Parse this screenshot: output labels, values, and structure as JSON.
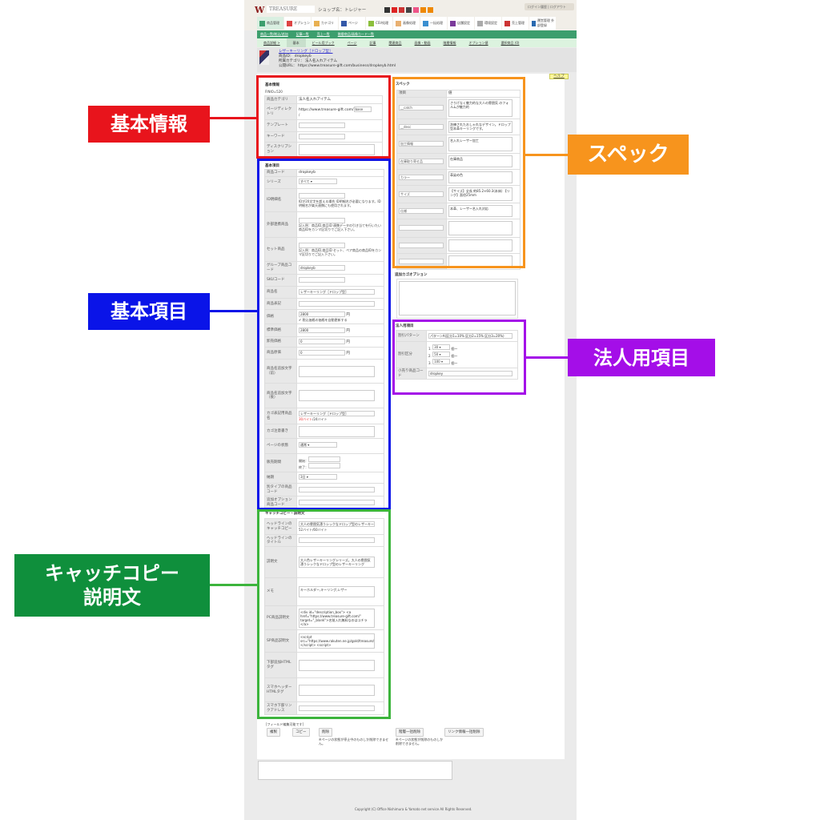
{
  "header": {
    "logo": "W",
    "brand": "TREASURE",
    "shop_name": "ショップ名：トレジャー",
    "login_history": "ログイン履歴",
    "logout": "ログアウト",
    "tabs": [
      "商品管理",
      "オプション",
      "カテゴリ",
      "ページ",
      "CSV処理",
      "画像処理",
      "一括処理",
      "店舗設定",
      "環境設定",
      "売上管理",
      "運営管理 外部登録"
    ],
    "tab_colors": [
      "#3c9e6d",
      "#d44",
      "#e8b050",
      "#3358a8",
      "#8cbf3c",
      "#e8b070",
      "#3a8fd0",
      "#7a3a9a",
      "#aaa",
      "#c33",
      "#2a6ab0"
    ],
    "sns_colors": [
      "#333",
      "#d22",
      "#c33",
      "#444",
      "#e58",
      "#e80",
      "#e80"
    ]
  },
  "nav": {
    "green_links": [
      "商品一覧/絞込/追加",
      "記事一覧",
      "売上一覧",
      "階層商品/画像カード一覧"
    ],
    "sub_tabs": [
      "商品詳細 >",
      "基本",
      "ビール用ブック",
      "ページ",
      "記事",
      "関連商品",
      "画像・動画",
      "階層情報",
      "オプション値",
      "選択商品 (0)"
    ]
  },
  "product": {
    "name": "レザーキーリング［ドロップ型］",
    "code_label": "商品ID：",
    "code": "dropkeyb",
    "category_label": "所属カテゴリ：",
    "category": "法人名入れアイテム",
    "url_label": "公開URL：",
    "url": "https://www.treasure-gift.com/business/dropkeyb.html"
  },
  "help": "ヘルプ",
  "basic_info": {
    "title": "基本情報",
    "sub": "FINIO=520",
    "rows": [
      {
        "label": "商品カテゴリ",
        "text": "法人名入れアイテム"
      },
      {
        "label": "ページディレクトリ",
        "text": "https://www.treasure-gift.com/",
        "input": "base",
        "note": "/"
      },
      {
        "label": "テンプレート",
        "input": ""
      },
      {
        "label": "キーワード",
        "input": ""
      },
      {
        "label": "ディスクリプション",
        "textarea": ""
      }
    ]
  },
  "basic_items": {
    "title": "基本項目",
    "rows": [
      {
        "label": "商品コード",
        "text": "dropkeyb"
      },
      {
        "label": "シリーズ",
        "select": "すべて"
      },
      {
        "label": "ID明細名",
        "input": "",
        "note": "IDが20文字を超える場合 ID明細名が必要になります。ID明細名が楽天連携にも使用されます。"
      },
      {
        "label": "外部連携商品",
        "input": "",
        "note": "記入例：商品ID,商品ID 連携データの引き当てを行いたい商品IDをカンマ区切りでご記入下さい。"
      },
      {
        "label": "セット商品",
        "input": "",
        "note": "記入例：商品ID,商品ID セット、ペア商品の商品IDをカンマ区切りでご記入下さい。"
      },
      {
        "label": "グループ商品コード",
        "input": "dropkeyb"
      },
      {
        "label": "SKUコード",
        "input": ""
      },
      {
        "label": "商品名",
        "input": "レザーキーリング［ドロップ型］",
        "wide": true
      },
      {
        "label": "商品表記",
        "input": "",
        "wide": true
      },
      {
        "label": "価格",
        "input": "2800",
        "unit": "円",
        "note": "✔ 税込価格の価格を自動更新する"
      },
      {
        "label": "標準価格",
        "input": "2800",
        "unit": "円"
      },
      {
        "label": "卸売価格",
        "input": "0",
        "unit": "円"
      },
      {
        "label": "商品原価",
        "input": "0",
        "unit": "円"
      },
      {
        "label": "商品名追加文字（前）",
        "textarea": ""
      },
      {
        "label": "商品名追加文字（後）",
        "textarea": ""
      },
      {
        "label": "カゴ表記用商品名",
        "input": "レザーキーリング［ドロップ型］",
        "wide": true,
        "note_red": "30バイト",
        "note": "/24バイト"
      },
      {
        "label": "カゴ注意書き",
        "textarea": ""
      },
      {
        "label": "ページの状態",
        "select": "通常"
      },
      {
        "label": "販売期間",
        "start_label": "開始：",
        "end_label": "終了："
      },
      {
        "label": "納期",
        "select": "3日"
      },
      {
        "label": "別タイプの商品コード",
        "input": "",
        "wide": true
      },
      {
        "label": "追加オプション商品コード",
        "input": "",
        "wide": true
      }
    ]
  },
  "catch_copy": {
    "title": "キャッチコピー・説明文",
    "rows": [
      {
        "label": "ヘッドラインのキャッチコピー",
        "input": "大人の雰囲気漂うシックなドロップ型のレザーキー",
        "wide": true,
        "note": "52バイト/60バイト"
      },
      {
        "label": "ヘッドラインのタイトル",
        "input": "",
        "wide": true
      },
      {
        "label": "説明文",
        "textarea": "大人色レザーキーリングシリーズ。大人の雰囲気漂うシックなドロップ型のレザーキーリング"
      },
      {
        "label": "メモ",
        "textarea": "キーホルダー,キーリング,レザー"
      },
      {
        "label": "PC商品説明文",
        "textarea": "<div id=\"description_box\"> <a href=\"https://www.treasure-gift.com/\" target=\"_blank\">名前入れ無料なのはコチラ</a>"
      },
      {
        "label": "SP商品説明文",
        "textarea": "<script src=\"https://www.rakuten.ne.jp/gold/treasure/js/main.js\"></script> <script>"
      },
      {
        "label": "下部追加HTMLタグ",
        "textarea": ""
      },
      {
        "label": "スマホヘッダーHTMLタグ",
        "textarea": ""
      },
      {
        "label": "スマホ下部リンクアドレス",
        "input": "",
        "wide": true
      }
    ]
  },
  "spec": {
    "title": "スペック",
    "col_item": "項目",
    "col_value": "値",
    "rows": [
      {
        "item": "__catch",
        "value": "さりげなく魅力的な大人の雰囲気 のフォルムが魅力的"
      },
      {
        "item": "__desc",
        "value": "洗練されたおしゃれなデザイン。ドロップ型本革キーリングです。"
      },
      {
        "item": "加工情報",
        "value": "名入れレーザー加工"
      },
      {
        "item": "在庫取り寄せ品",
        "value": "在庫商品"
      },
      {
        "item": "カラー",
        "value": "革染め色"
      },
      {
        "item": "サイズ",
        "value": "【サイズ】全長 約85.2×60.3(本体) 【リング】直径25mm"
      },
      {
        "item": "仕様",
        "value": "本革、レーザー名入れ対応"
      },
      {
        "item": "",
        "value": ""
      },
      {
        "item": "",
        "value": ""
      },
      {
        "item": "",
        "value": ""
      }
    ]
  },
  "cart_option": {
    "title": "追加カゴオプション",
    "value": ""
  },
  "corporate": {
    "title": "法人用項目",
    "pattern_label": "割引パターン",
    "pattern_value": "パターンA(区分1=10% 区分2=15% 区分3=20%)",
    "tier_label": "割引区分",
    "tiers": [
      {
        "num": "1.",
        "qty": "30",
        "suffix": "個～"
      },
      {
        "num": "2.",
        "qty": "50",
        "suffix": "個～"
      },
      {
        "num": "3.",
        "qty": "100",
        "suffix": "個～"
      }
    ],
    "retail_label": "小売り商品コード",
    "retail_value": "dropkey"
  },
  "footer": {
    "editable_note": "[フィールド編集可能です]",
    "buttons": [
      "複製",
      "コピー",
      "削除",
      "階層一括削除",
      "リンク情報一括削除"
    ],
    "delete_note": "※ページの状態が停止中のものしか削除できません。",
    "tier_delete_note": "※ページの状態が削除のものしか削除できません。",
    "copyright": "Copyright (C) Office Nishimura & Yamato net service All Rights Reserved."
  },
  "annotations": {
    "basic_info": "基本情報",
    "basic_items": "基本項目",
    "catch_copy": "キャッチコピー\n説明文",
    "spec": "スペック",
    "corporate": "法人用項目",
    "colors": {
      "red": "#e8141c",
      "blue": "#0a14e8",
      "green": "#0f8f3c",
      "green_box": "#3cb43c",
      "orange": "#f7941d",
      "purple": "#a40ee8"
    }
  }
}
